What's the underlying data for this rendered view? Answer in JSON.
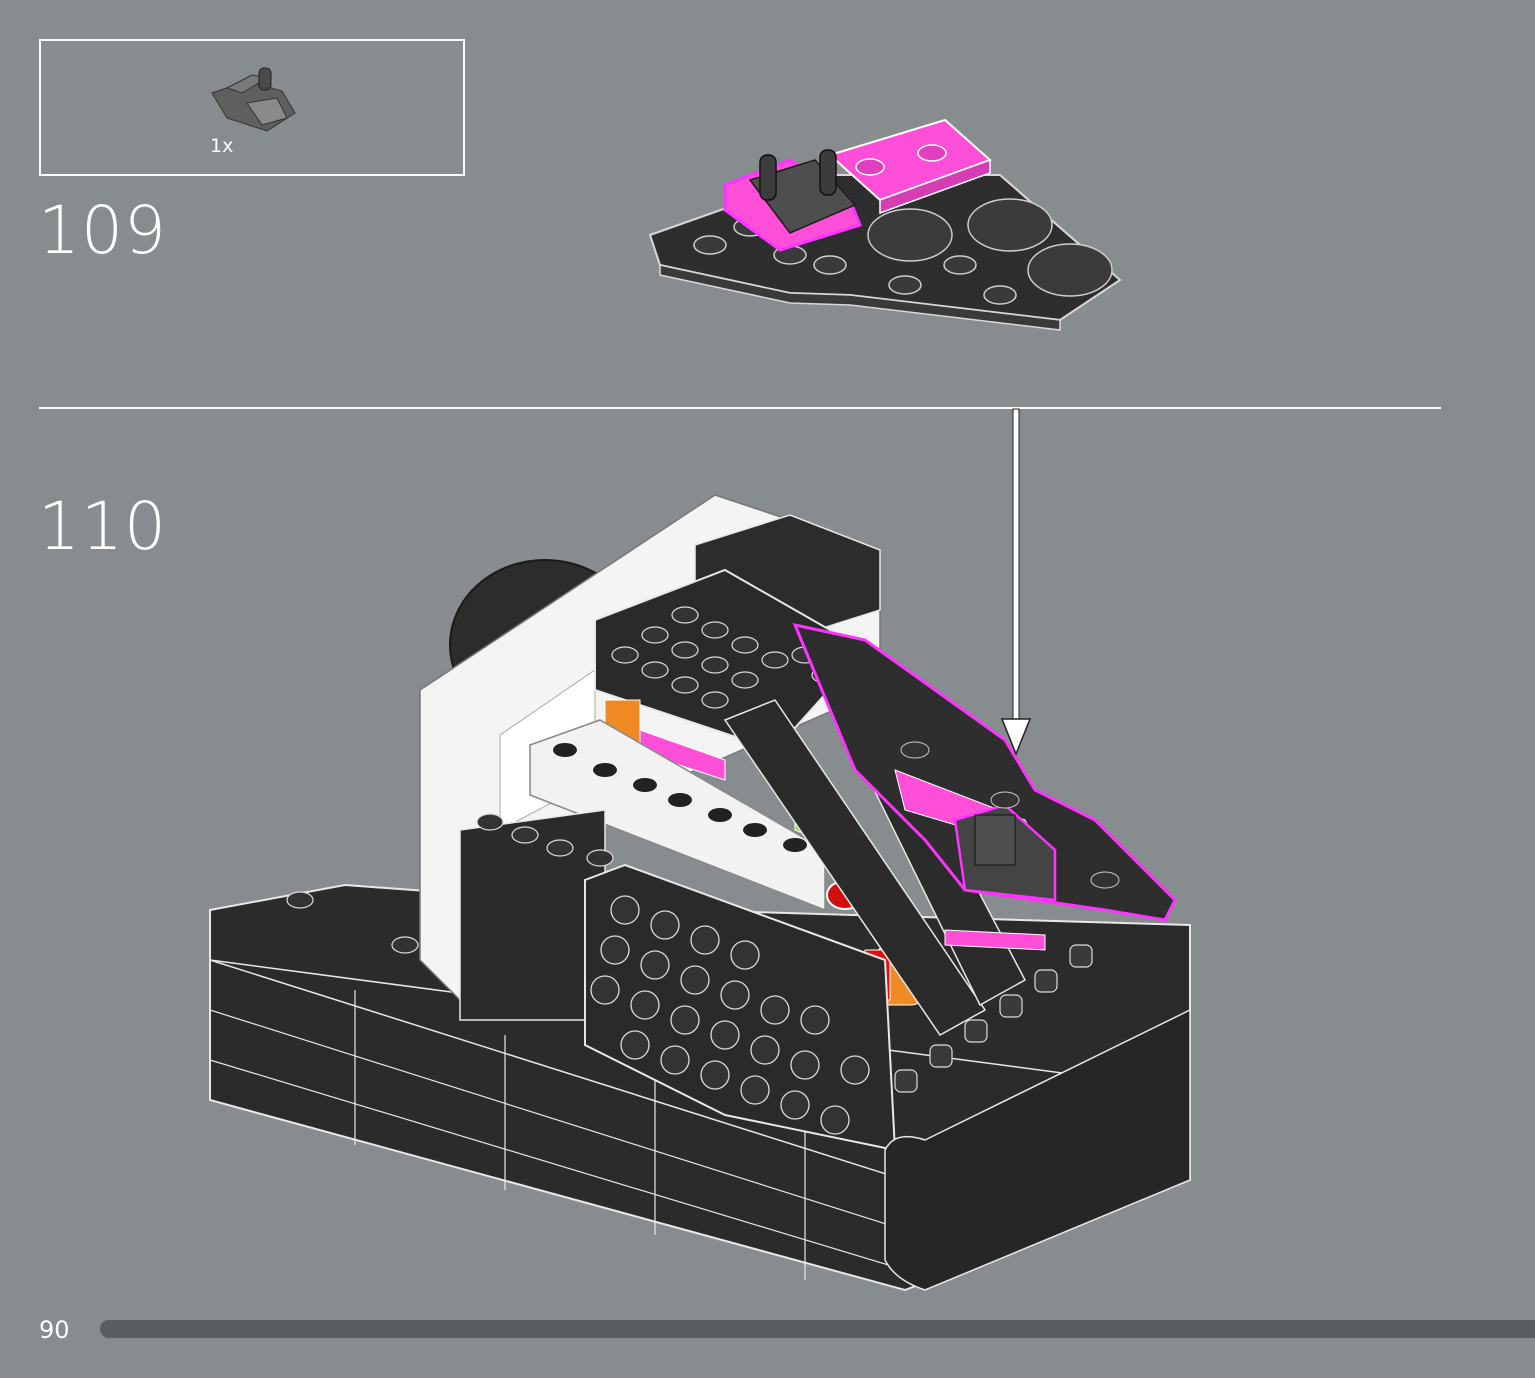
{
  "parts_list": {
    "items": [
      {
        "quantity": "1x",
        "icon": "hinge-plate-icon",
        "color": "#6b6b6b"
      }
    ]
  },
  "steps": [
    {
      "number": "109"
    },
    {
      "number": "110"
    }
  ],
  "footer": {
    "page_number": "90",
    "progress": 1.0
  },
  "colors": {
    "background": "#878d8f",
    "highlight": "#ff33ff",
    "brick_black": "#2b2b2b",
    "brick_magenta": "#ff4fd8",
    "white": "#ffffff"
  }
}
